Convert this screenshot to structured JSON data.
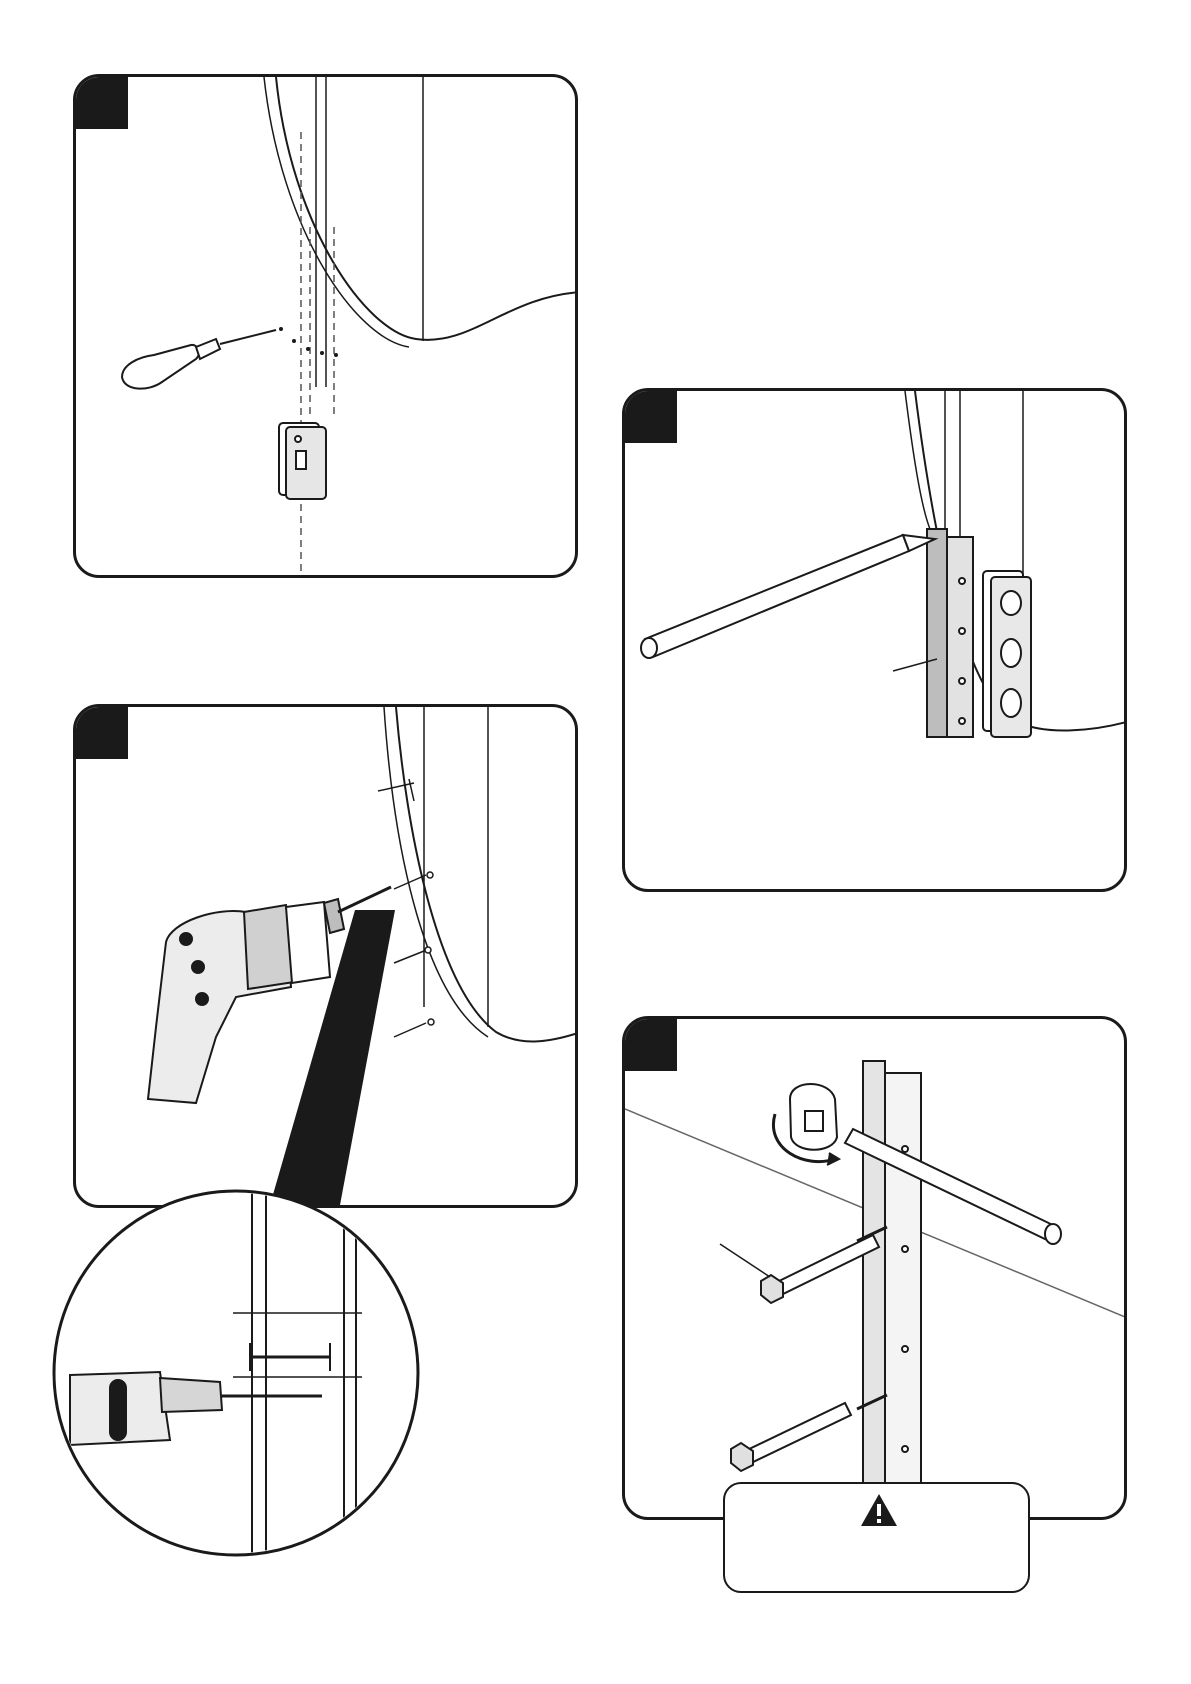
{
  "document": {
    "type": "assembly-instruction-page",
    "panels": [
      {
        "name": "step-mark-stud",
        "tool": "awl-icon"
      },
      {
        "name": "step-level-bracket",
        "tool": "level-icon"
      },
      {
        "name": "step-drill-pilot-holes",
        "tool": "drill-icon"
      },
      {
        "name": "step-drive-lag-bolts",
        "tool": "socket-wrench-icon"
      }
    ],
    "warning": {
      "icon": "warning-triangle-icon",
      "text": ""
    }
  },
  "colors": {
    "line": "#1a1a1a",
    "tab": "#1a1a1a",
    "shade": "#d8d8d8",
    "grey": "#9a9a9a"
  }
}
